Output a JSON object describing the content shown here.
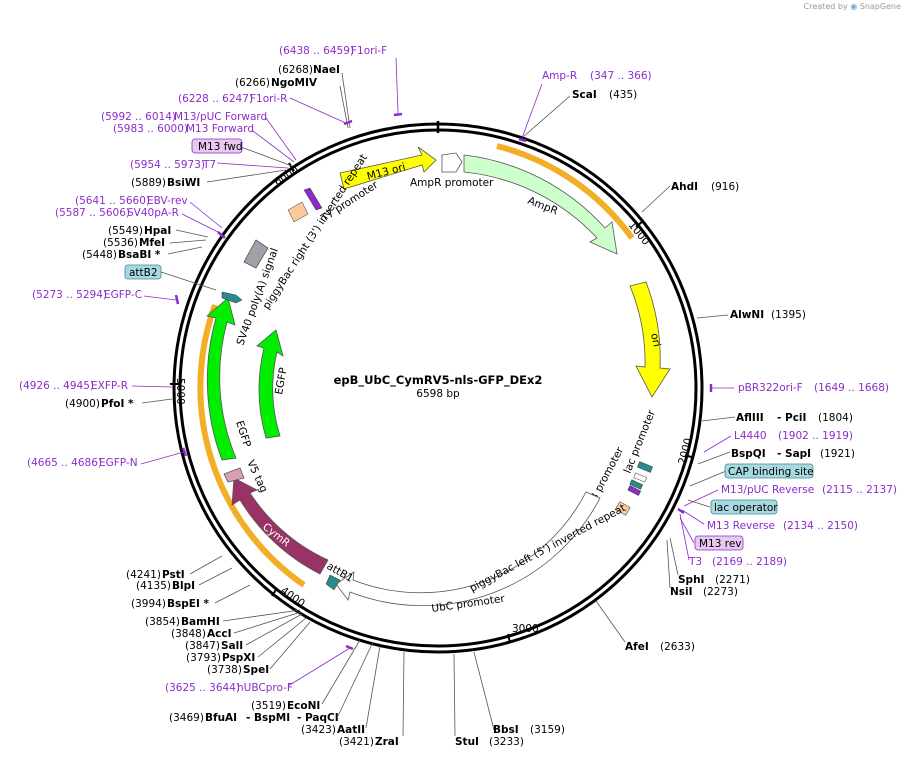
{
  "credit": {
    "text": "Created by",
    "brand": "SnapGene"
  },
  "plasmid": {
    "name": "epB_UbC_CymRV5-nls-GFP_DEx2",
    "length_label": "6598 bp",
    "length": 6598
  },
  "ticks": [
    {
      "label": "1000",
      "bp": 1000
    },
    {
      "label": "2000",
      "bp": 2000
    },
    {
      "label": "3000",
      "bp": 3000
    },
    {
      "label": "4000",
      "bp": 4000
    },
    {
      "label": "5000",
      "bp": 5000
    },
    {
      "label": "6000",
      "bp": 6000
    }
  ],
  "enzymes": [
    {
      "name": "NaeI",
      "pos": "(6268)"
    },
    {
      "name": "NgoMIV",
      "pos": "(6266)"
    },
    {
      "name": "BsiWI",
      "pos": "(5889)"
    },
    {
      "name": "HpaI",
      "pos": "(5549)"
    },
    {
      "name": "MfeI",
      "pos": "(5536)"
    },
    {
      "name": "BsaBI *",
      "pos": "(5448)"
    },
    {
      "name": "PfoI *",
      "pos": "(4900)"
    },
    {
      "name": "PstI",
      "pos": "(4241)"
    },
    {
      "name": "BlpI",
      "pos": "(4135)"
    },
    {
      "name": "BspEI *",
      "pos": "(3994)"
    },
    {
      "name": "BamHI",
      "pos": "(3854)"
    },
    {
      "name": "AccI",
      "pos": "(3848)"
    },
    {
      "name": "SalI",
      "pos": "(3847)"
    },
    {
      "name": "PspXI",
      "pos": "(3793)"
    },
    {
      "name": "SpeI",
      "pos": "(3738)"
    },
    {
      "name": "EcoNI",
      "pos": "(3519)"
    },
    {
      "name": "BfuAI",
      "pos": "(3469)"
    },
    {
      "name": "- BspMI",
      "pos": ""
    },
    {
      "name": "- PaqCI",
      "pos": ""
    },
    {
      "name": "AatII",
      "pos": "(3423)"
    },
    {
      "name": "ZraI",
      "pos": "(3421)"
    },
    {
      "name": "StuI",
      "pos": "(3233)"
    },
    {
      "name": "BbsI",
      "pos": "(3159)"
    },
    {
      "name": "AfeI",
      "pos": "(2633)"
    },
    {
      "name": "SphI",
      "pos": "(2271)"
    },
    {
      "name": "NsiI",
      "pos": "(2273)"
    },
    {
      "name": "BspQI",
      "pos": "(1921)"
    },
    {
      "name": "- SapI",
      "pos": ""
    },
    {
      "name": "AflIII",
      "pos": "(1804)"
    },
    {
      "name": "- PciI",
      "pos": ""
    },
    {
      "name": "AlwNI",
      "pos": "(1395)"
    },
    {
      "name": "AhdI",
      "pos": "(916)"
    },
    {
      "name": "ScaI",
      "pos": "(435)"
    }
  ],
  "primers": [
    {
      "name": "F1ori-F",
      "range": "(6438 .. 6459)"
    },
    {
      "name": "F1ori-R",
      "range": "(6228 .. 6247)"
    },
    {
      "name": "M13/pUC Forward",
      "range": "(5992 .. 6014)"
    },
    {
      "name": "M13 Forward",
      "range": "(5983 .. 6000)"
    },
    {
      "name": "T7",
      "range": "(5954 .. 5973)"
    },
    {
      "name": "EBV-rev",
      "range": "(5641 .. 5660)"
    },
    {
      "name": "SV40pA-R",
      "range": "(5587 .. 5606)"
    },
    {
      "name": "EGFP-C",
      "range": "(5273 .. 5294)"
    },
    {
      "name": "EXFP-R",
      "range": "(4926 .. 4945)"
    },
    {
      "name": "EGFP-N",
      "range": "(4665 .. 4686)"
    },
    {
      "name": "hUBCpro-F",
      "range": "(3625 .. 3644)"
    },
    {
      "name": "Amp-R",
      "range": "(347 .. 366)"
    },
    {
      "name": "pBR322ori-F",
      "range": "(1649 .. 1668)"
    },
    {
      "name": "L4440",
      "range": "(1902 .. 1919)"
    },
    {
      "name": "M13/pUC Reverse",
      "range": "(2115 .. 2137)"
    },
    {
      "name": "M13 Reverse",
      "range": "(2134 .. 2150)"
    },
    {
      "name": "T3",
      "range": "(2169 .. 2189)"
    }
  ],
  "boxed_labels": [
    {
      "name": "M13 fwd",
      "kind": "primer"
    },
    {
      "name": "attB2",
      "kind": "feature"
    },
    {
      "name": "CAP binding site",
      "kind": "feature"
    },
    {
      "name": "lac operator",
      "kind": "feature"
    },
    {
      "name": "M13 rev",
      "kind": "primer"
    }
  ],
  "features": [
    {
      "name": "M13 ori"
    },
    {
      "name": "AmpR promoter"
    },
    {
      "name": "AmpR"
    },
    {
      "name": "ori"
    },
    {
      "name": "lac promoter"
    },
    {
      "name": "T3 promoter"
    },
    {
      "name": "piggyBac left (5') inverted repeat"
    },
    {
      "name": "UbC promoter"
    },
    {
      "name": "attB1"
    },
    {
      "name": "CymR"
    },
    {
      "name": "V5 tag"
    },
    {
      "name": "EGFP"
    },
    {
      "name": "EGFP"
    },
    {
      "name": "SV40 poly(A) signal"
    },
    {
      "name": "piggyBac right (3') inverted repeat"
    },
    {
      "name": "T7 promoter"
    }
  ],
  "colors": {
    "amp": "#ccffcc",
    "ori": "#ffff00",
    "egfp": "#00ee00",
    "cymr": "#993366",
    "primer": "#8b2cc9",
    "feature_box": "#a8d8e0",
    "primer_box": "#e8c8f0",
    "orf": "#f0a000"
  }
}
